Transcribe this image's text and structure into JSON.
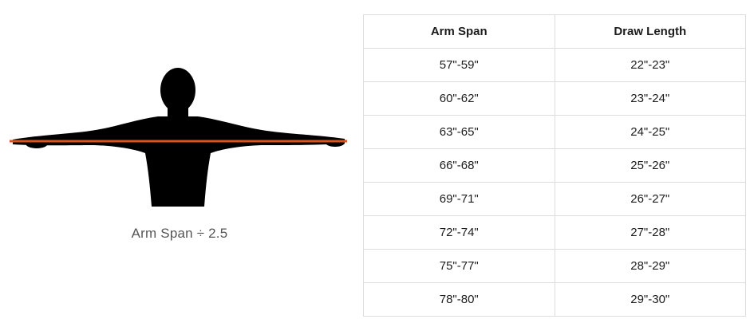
{
  "figure": {
    "caption": "Arm Span ÷ 2.5",
    "measure_line_color": "#d9541e",
    "silhouette_color": "#000000"
  },
  "table": {
    "headers": [
      "Arm Span",
      "Draw Length"
    ],
    "rows": [
      [
        "57\"-59\"",
        "22\"-23\""
      ],
      [
        "60\"-62\"",
        "23\"-24\""
      ],
      [
        "63\"-65\"",
        "24\"-25\""
      ],
      [
        "66\"-68\"",
        "25\"-26\""
      ],
      [
        "69\"-71\"",
        "26\"-27\""
      ],
      [
        "72\"-74\"",
        "27\"-28\""
      ],
      [
        "75\"-77\"",
        "28\"-29\""
      ],
      [
        "78\"-80\"",
        "29\"-30\""
      ]
    ]
  }
}
